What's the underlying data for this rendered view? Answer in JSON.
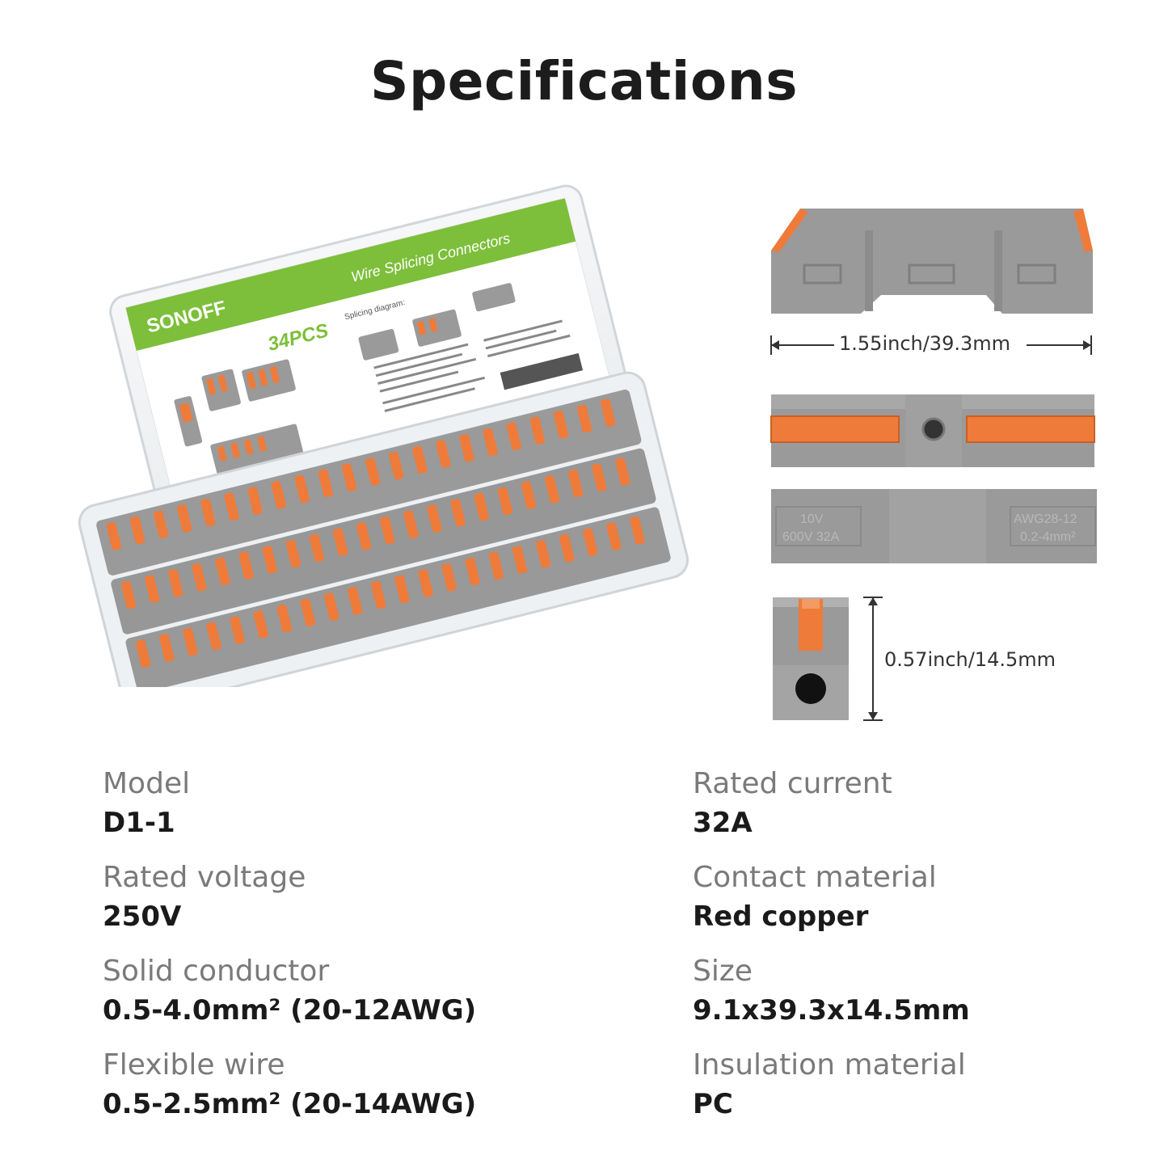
{
  "title": "Specifications",
  "box": {
    "brand": "SONOFF",
    "header": "Wire Splicing Connectors",
    "count": "34PCS",
    "diagram_caption": "Splicing diagram:"
  },
  "dimensions": {
    "length": "1.55inch/39.3mm",
    "height": "0.57inch/14.5mm",
    "side_marking_left_1": "10V",
    "side_marking_left_2": "600V 32A",
    "side_marking_right_1": "AWG28-12",
    "side_marking_right_2": "0.2-4mm²"
  },
  "specs": {
    "model_label": "Model",
    "model_value": "D1-1",
    "rated_voltage_label": "Rated voltage",
    "rated_voltage_value": "250V",
    "solid_conductor_label": "Solid conductor",
    "solid_conductor_value": "0.5-4.0mm² (20-12AWG)",
    "flexible_wire_label": "Flexible wire",
    "flexible_wire_value": "0.5-2.5mm² (20-14AWG)",
    "rated_current_label": "Rated current",
    "rated_current_value": "32A",
    "contact_material_label": "Contact material",
    "contact_material_value": "Red copper",
    "size_label": "Size",
    "size_value": "9.1x39.3x14.5mm",
    "insulation_material_label": "Insulation material",
    "insulation_material_value": "PC"
  },
  "colors": {
    "connector_gray": "#9a9a9a",
    "lever_orange": "#ef7b3a",
    "sonoff_green": "#7dbf3a"
  }
}
